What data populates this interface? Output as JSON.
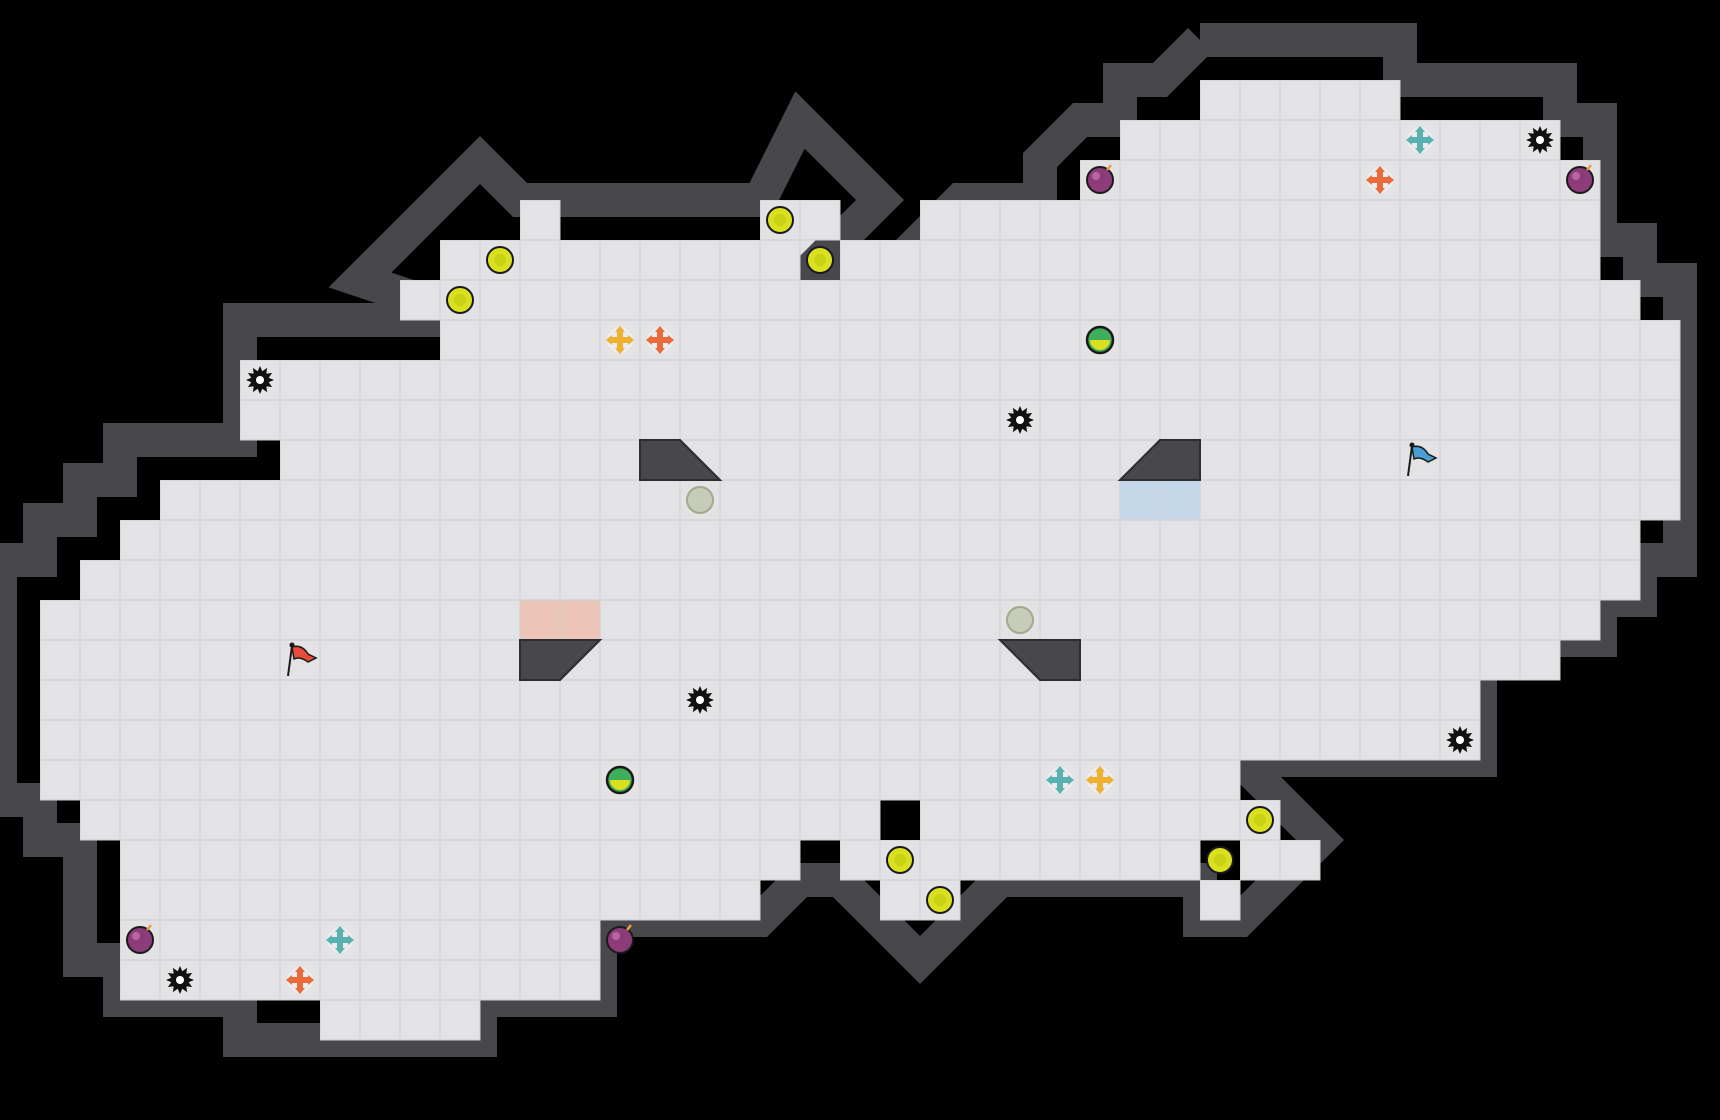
{
  "game": {
    "grid": {
      "cols": 43,
      "rows": 28
    },
    "colors": {
      "background": "#000000",
      "floor": "#e3e3e5",
      "grid_line": "#d0d0d3",
      "wall": "#47474c",
      "wall_edge": "#2c2c31",
      "red_team": "#e84a3c",
      "blue_team": "#4a9ed6",
      "red_base": "#ecc4b8",
      "blue_base": "#c4d8ea",
      "boost": "#d9e020",
      "bomb": "#8e3b7a",
      "spike": "#111111",
      "powerup": "#3fae5a",
      "gate_neutral": "#a0aa8a",
      "pad_orange": "#ea6a3c",
      "pad_yellow": "#f0b030",
      "pad_teal": "#5ab0b0"
    },
    "flags": [
      {
        "team": "red",
        "icon": "red-flag-icon",
        "cell": [
          7,
          16
        ]
      },
      {
        "team": "blue",
        "icon": "blue-flag-icon",
        "cell": [
          35,
          11
        ]
      }
    ],
    "boosts": [
      [
        12,
        6
      ],
      [
        11,
        7
      ],
      [
        19,
        5
      ],
      [
        20,
        6
      ],
      [
        22,
        21
      ],
      [
        23,
        22
      ],
      [
        31,
        20
      ],
      [
        30,
        21
      ]
    ],
    "bombs": [
      [
        27,
        4
      ],
      [
        39,
        4
      ],
      [
        3,
        23
      ],
      [
        15,
        23
      ]
    ],
    "spikes": [
      [
        6,
        9
      ],
      [
        25,
        10
      ],
      [
        38,
        3
      ],
      [
        17,
        17
      ],
      [
        36,
        18
      ],
      [
        4,
        24
      ]
    ],
    "powerups": [
      [
        27,
        8
      ],
      [
        15,
        19
      ]
    ],
    "gates": [
      [
        17,
        12
      ],
      [
        25,
        15
      ]
    ],
    "pads": [
      {
        "cell": [
          15,
          8
        ],
        "color": "yellow"
      },
      {
        "cell": [
          16,
          8
        ],
        "color": "orange"
      },
      {
        "cell": [
          35,
          3
        ],
        "color": "teal"
      },
      {
        "cell": [
          34,
          4
        ],
        "color": "orange"
      },
      {
        "cell": [
          26,
          19
        ],
        "color": "teal"
      },
      {
        "cell": [
          27,
          19
        ],
        "color": "yellow"
      },
      {
        "cell": [
          8,
          23
        ],
        "color": "teal"
      },
      {
        "cell": [
          7,
          24
        ],
        "color": "orange"
      }
    ],
    "team_tiles": [
      {
        "team": "red",
        "cells": [
          [
            13,
            15
          ],
          [
            14,
            15
          ]
        ]
      },
      {
        "team": "blue",
        "cells": [
          [
            28,
            12
          ],
          [
            29,
            12
          ]
        ]
      }
    ]
  }
}
